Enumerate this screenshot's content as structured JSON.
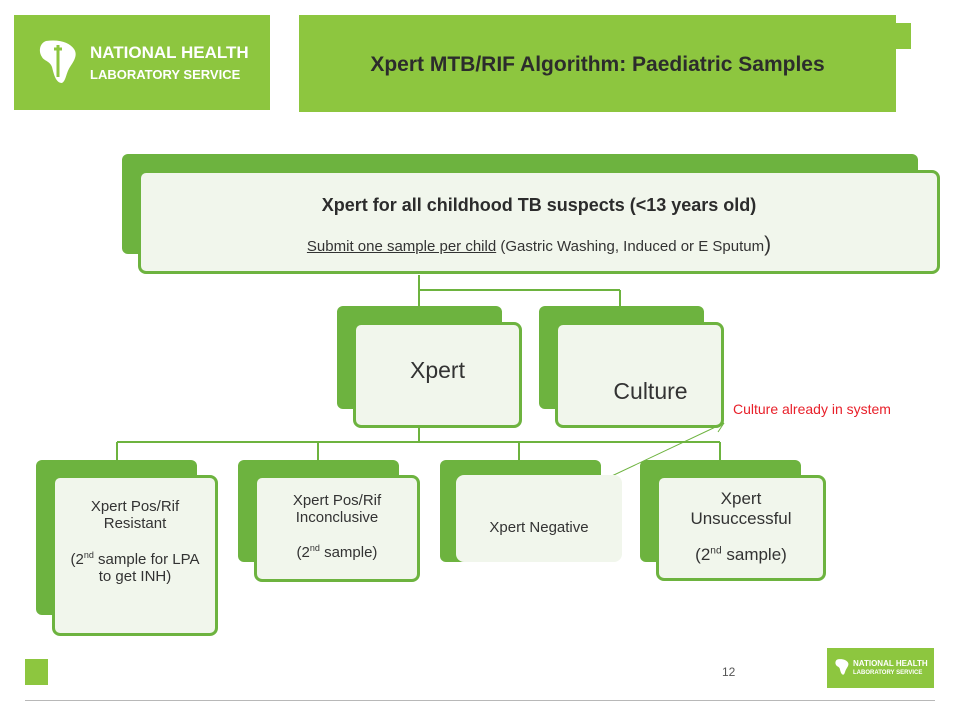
{
  "header": {
    "logo_line1": "NATIONAL HEALTH",
    "logo_line2": "LABORATORY SERVICE",
    "title": "Xpert MTB/RIF Algorithm: Paediatric Samples"
  },
  "diagram": {
    "root": {
      "title": "Xpert for all childhood TB suspects (<13 years old)",
      "sub_underlined": "Submit one sample per child",
      "sub_rest": " (Gastric Washing, Induced or E Sputum",
      "sub_close": ")"
    },
    "level2": [
      {
        "label": "Xpert"
      },
      {
        "label": "Culture"
      }
    ],
    "level3": [
      {
        "line1": "Xpert Pos/Rif Resistant",
        "note_pre": "(2",
        "note_sup": "nd",
        "note_post": " sample for LPA to get INH)"
      },
      {
        "line1": "Xpert Pos/Rif Inconclusive",
        "note_pre": "(2",
        "note_sup": "nd",
        "note_post": " sample)"
      },
      {
        "line1": "Xpert Negative"
      },
      {
        "line1": "Xpert Unsuccessful",
        "note_pre": "(2",
        "note_sup": "nd",
        "note_post": " sample)"
      }
    ],
    "annotation": "Culture already in system",
    "annotation_color": "#e8202a",
    "accent": "#6db33f"
  },
  "footer": {
    "page_number": "12",
    "logo_line1": "NATIONAL HEALTH",
    "logo_line2": "LABORATORY SERVICE"
  }
}
